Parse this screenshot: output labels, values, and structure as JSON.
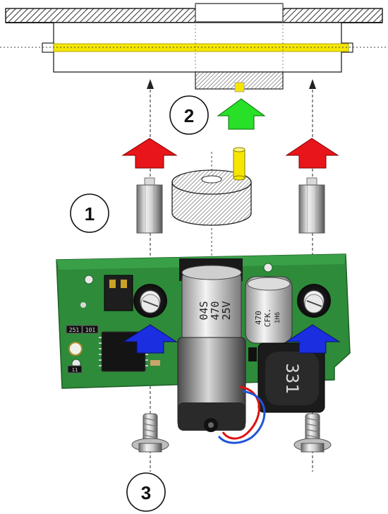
{
  "steps": [
    "1",
    "2",
    "3"
  ],
  "capacitor_large": [
    "04S",
    "470",
    "25V"
  ],
  "capacitor_small": [
    "470",
    "CFK.",
    "1H6"
  ],
  "inductor": "331",
  "smd_labels": [
    "251",
    "101",
    "11"
  ],
  "colors": {
    "plate_yellow": "#f5e600",
    "pcb_green": "#2e8b3a",
    "arrow_red": "#e8151a",
    "arrow_green": "#27e027",
    "arrow_blue": "#1b2ee0",
    "hatch": "#444444"
  }
}
